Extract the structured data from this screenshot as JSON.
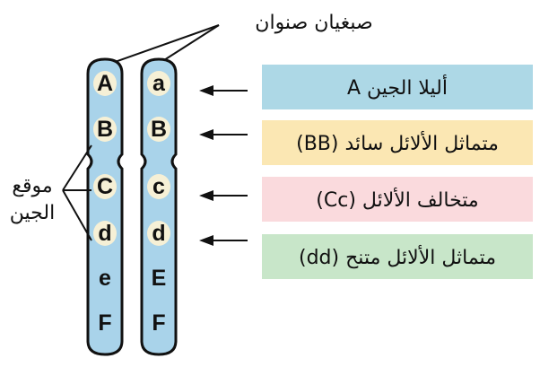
{
  "title": "صبغيان صنوان",
  "gene_locus_label": [
    "موقع",
    "الجين"
  ],
  "chromosome_left": [
    "A",
    "B",
    "C",
    "d",
    "e",
    "F"
  ],
  "chromosome_right": [
    "a",
    "B",
    "c",
    "d",
    "E",
    "F"
  ],
  "boxes": [
    {
      "text": "أليلا الجين A",
      "color": "#add8e6"
    },
    {
      "text": "متماثل الألائل سائد (BB)",
      "color": "#fbe7b3"
    },
    {
      "text": "متخالف الألائل (Cc)",
      "color": "#fadadd"
    },
    {
      "text": "متماثل الألائل متنح (dd)",
      "color": "#c8e6c9"
    }
  ],
  "colors": {
    "chromosome_fill": "#a9d3ea",
    "chromosome_stroke": "#111111",
    "band_highlight": "#f6f0d6"
  }
}
